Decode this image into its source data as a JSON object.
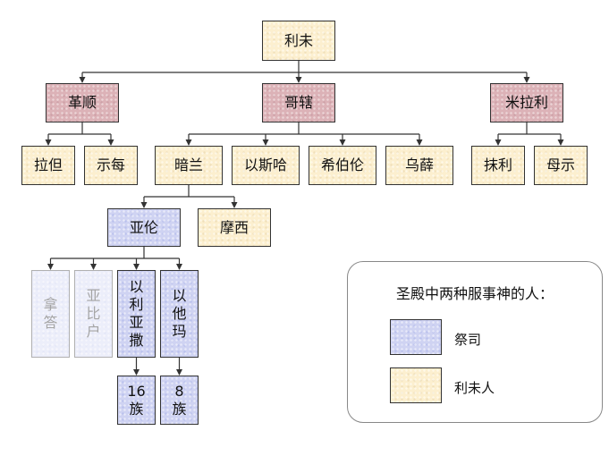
{
  "diagram": {
    "nodes": {
      "levi": "利未",
      "gershon": "革顺",
      "kohath": "哥辖",
      "merari": "米拉利",
      "libni": "拉但",
      "shimei": "示每",
      "amram": "暗兰",
      "izhar": "以斯哈",
      "hebron": "希伯伦",
      "uzziel": "乌薛",
      "mahli": "抹利",
      "mushi": "母示",
      "aaron": "亚伦",
      "moses": "摩西",
      "nadab": [
        "拿",
        "答"
      ],
      "abihu": [
        "亚",
        "比",
        "户"
      ],
      "eleazar": [
        "以",
        "利",
        "亚",
        "撒"
      ],
      "ithamar": [
        "以",
        "他",
        "玛"
      ],
      "eleazar_clans": [
        "16",
        "族"
      ],
      "ithamar_clans": [
        "8",
        "族"
      ]
    },
    "colors": {
      "levite": "#fcefcf",
      "clan": "#dcb2b7",
      "priest": "#cfd3f2",
      "line": "#333333"
    }
  },
  "legend": {
    "title": "圣殿中两种服事神的人：",
    "items": [
      {
        "label": "祭司",
        "color": "#cfd3f2"
      },
      {
        "label": "利未人",
        "color": "#fcefcf"
      }
    ]
  }
}
